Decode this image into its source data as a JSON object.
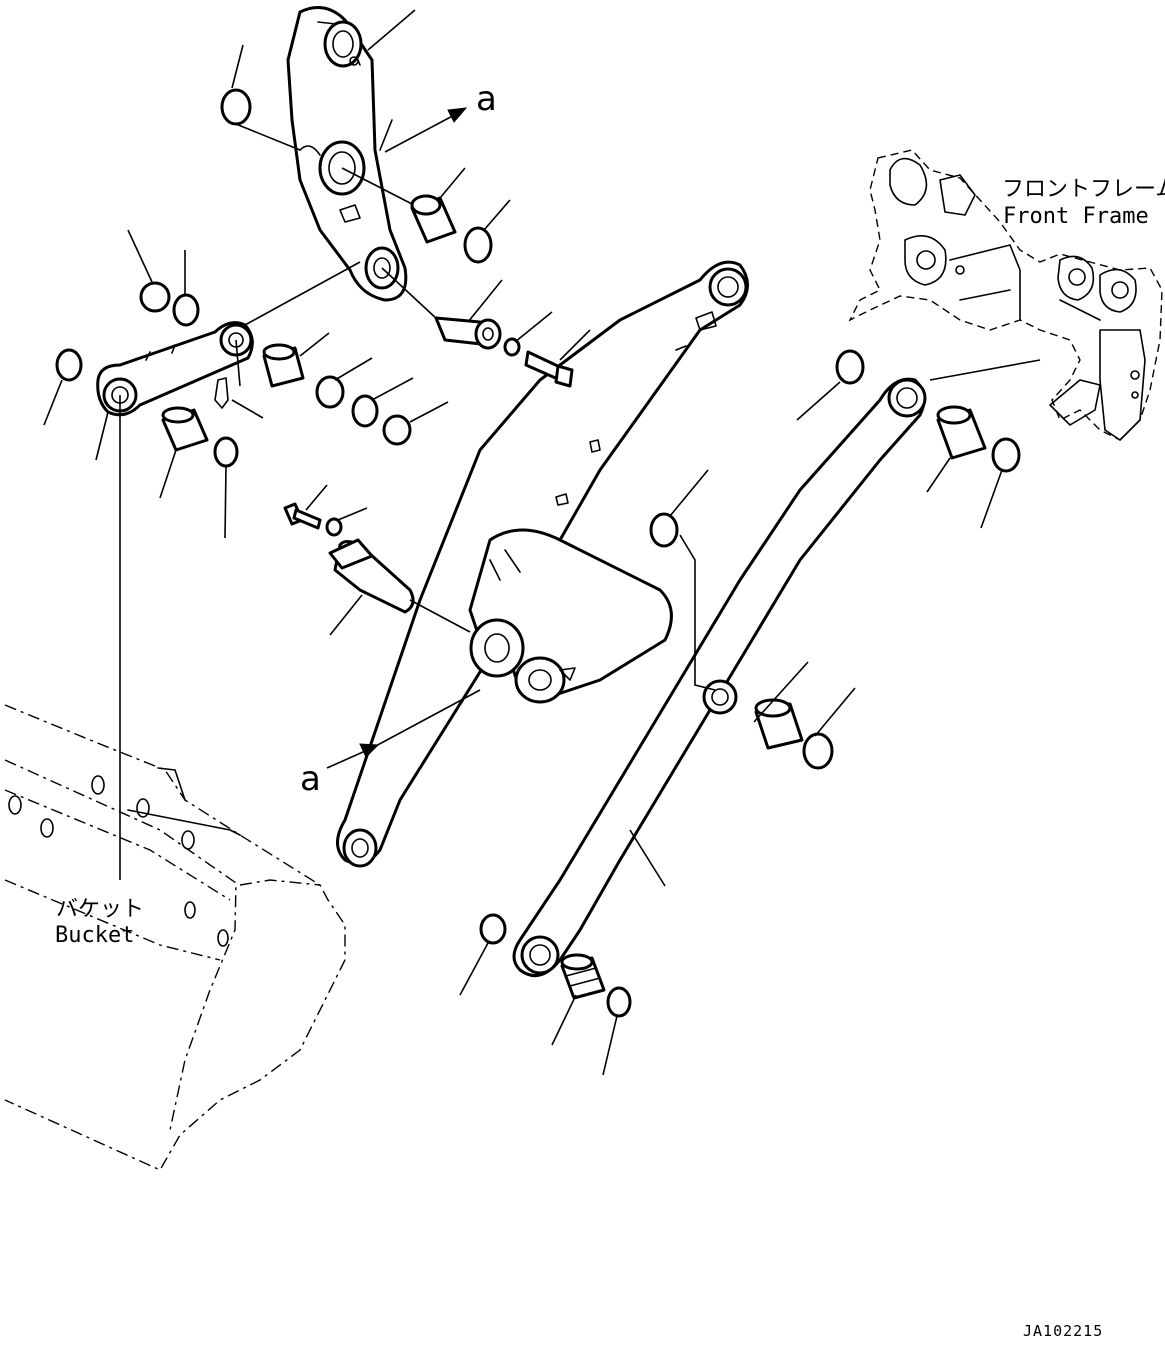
{
  "labels": {
    "front_frame_jp": "フロントフレーム",
    "front_frame_en": "Front Frame",
    "bucket_jp": "バケット",
    "bucket_en": "Bucket",
    "view_marker_top": "a",
    "view_marker_bottom": "a",
    "drawing_code": "JA102215"
  }
}
